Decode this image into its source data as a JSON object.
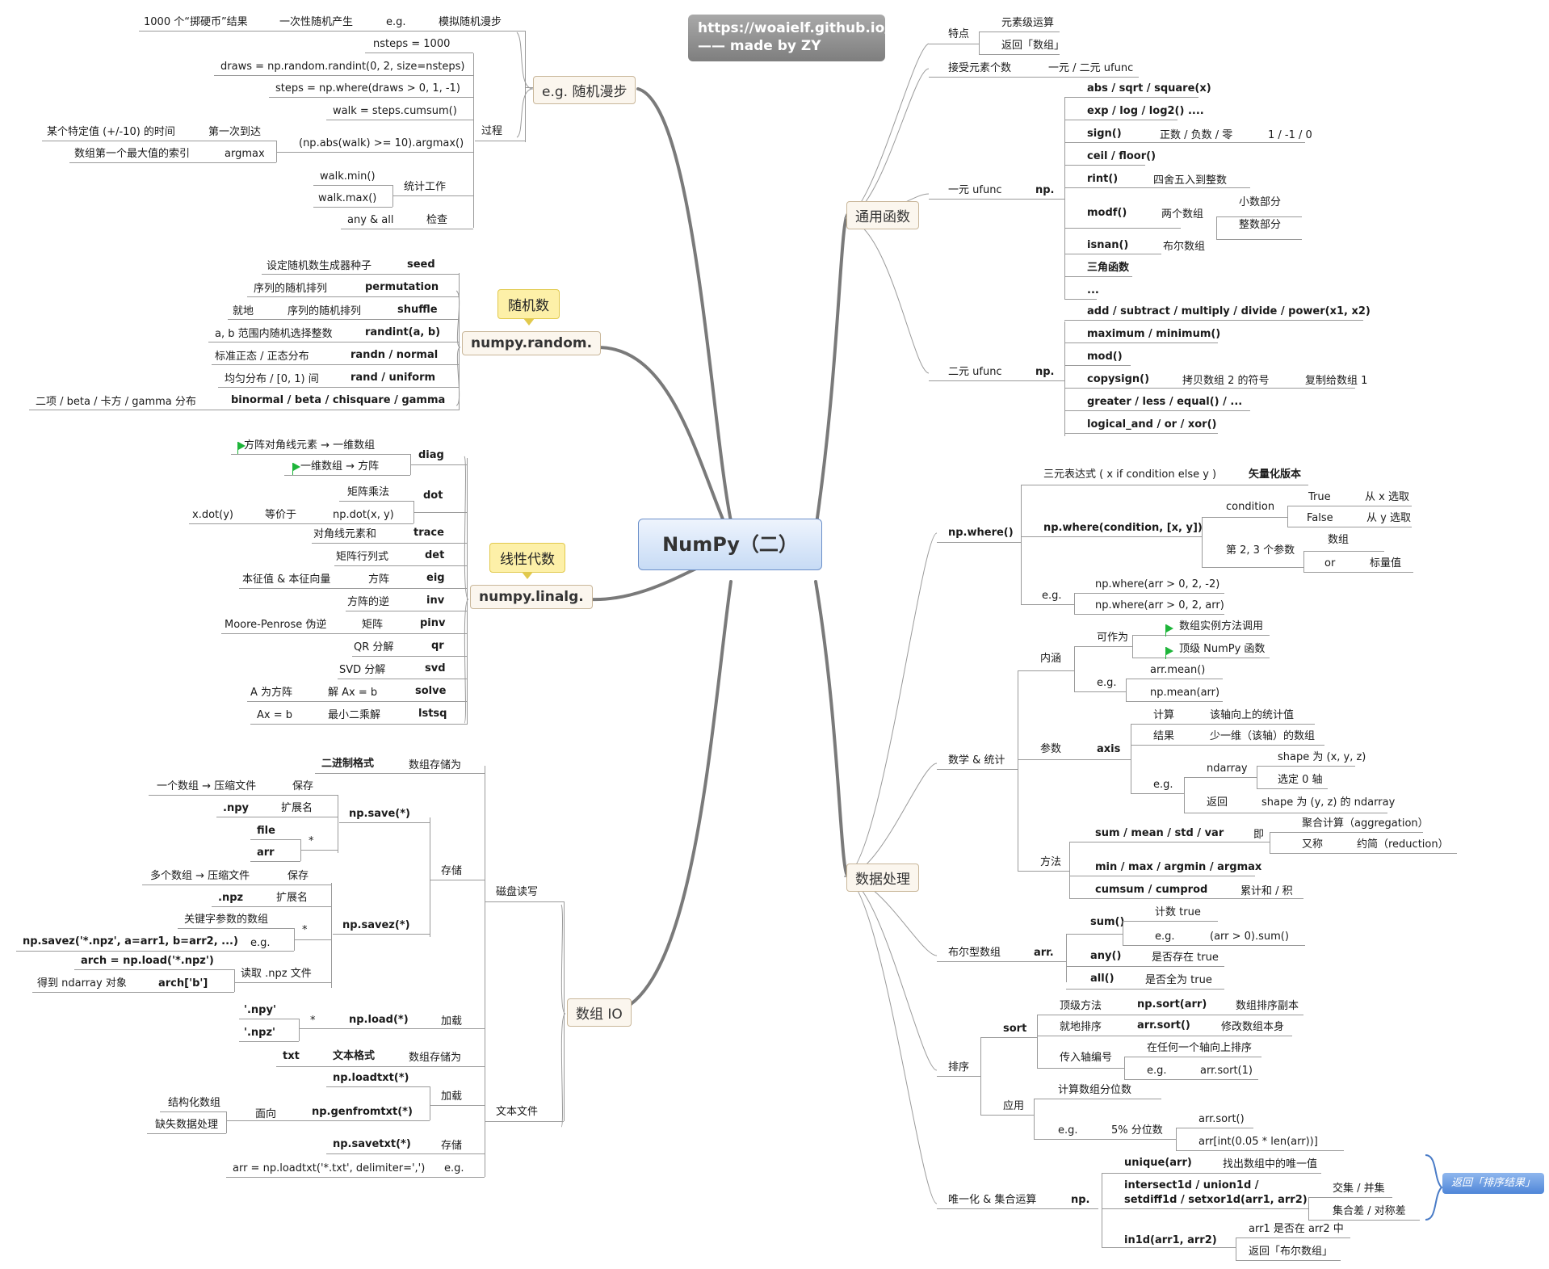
{
  "center": "NumPy（二）",
  "url_box": {
    "line1": "https://woaielf.github.io/",
    "line2": "—— made by ZY"
  },
  "callouts": {
    "random": "随机数",
    "linalg": "线性代数"
  },
  "side_note": "返回「排序结果」",
  "branches": {
    "walk": {
      "title": "e.g. 随机漫步",
      "intro": [
        "1000 个“掷硬币”结果",
        "一次性随机产生",
        "e.g.",
        "模拟随机漫步"
      ],
      "process": "过程",
      "code": [
        "nsteps = 1000",
        "draws = np.random.randint(0, 2, size=nsteps)",
        "steps = np.where(draws > 0, 1, -1)",
        "walk = steps.cumsum()",
        "(np.abs(walk) >= 10).argmax()"
      ],
      "first": [
        "某个特定值 (+/-10) 的时间",
        "第一次到达",
        "数组第一个最大值的索引",
        "argmax"
      ],
      "stats": [
        "walk.min()",
        "walk.max()",
        "统计工作"
      ],
      "check": [
        "any & all",
        "检查"
      ]
    },
    "random": {
      "title": "numpy.random.",
      "items": [
        {
          "k": "seed",
          "d": [
            "设定随机数生成器种子"
          ]
        },
        {
          "k": "permutation",
          "d": [
            "序列的随机排列"
          ]
        },
        {
          "k": "shuffle",
          "d": [
            "就地",
            "序列的随机排列"
          ]
        },
        {
          "k": "randint(a, b)",
          "d": [
            "a, b 范围内随机选择整数"
          ]
        },
        {
          "k": "randn / normal",
          "d": [
            "标准正态 /  正态分布"
          ]
        },
        {
          "k": "rand / uniform",
          "d": [
            "均匀分布 / [0, 1) 间"
          ]
        },
        {
          "k": "binormal / beta / chisquare / gamma",
          "d": [
            "二项 / beta / 卡方 / gamma 分布"
          ]
        }
      ]
    },
    "linalg": {
      "title": "numpy.linalg.",
      "items": [
        {
          "k": "diag",
          "d": [
            "方阵对角线元素 → 一维数组",
            "一维数组 → 方阵"
          ]
        },
        {
          "k": "dot",
          "d": [
            "矩阵乘法",
            "x.dot(y)",
            "等价于",
            "np.dot(x, y)"
          ]
        },
        {
          "k": "trace",
          "d": [
            "对角线元素和"
          ]
        },
        {
          "k": "det",
          "d": [
            "矩阵行列式"
          ]
        },
        {
          "k": "eig",
          "d": [
            "本征值 & 本征向量",
            "方阵"
          ]
        },
        {
          "k": "inv",
          "d": [
            "方阵的逆"
          ]
        },
        {
          "k": "pinv",
          "d": [
            "Moore-Penrose 伪逆",
            "矩阵"
          ]
        },
        {
          "k": "qr",
          "d": [
            "QR 分解"
          ]
        },
        {
          "k": "svd",
          "d": [
            "SVD 分解"
          ]
        },
        {
          "k": "solve",
          "d": [
            "A 为方阵",
            "解 Ax = b"
          ]
        },
        {
          "k": "lstsq",
          "d": [
            "Ax = b",
            "最小二乘解"
          ]
        }
      ]
    },
    "io": {
      "title": "数组 IO",
      "disk": "磁盘读写",
      "binary": [
        "二进制格式",
        "数组存储为"
      ],
      "store": "存储",
      "save": [
        "np.save(*)",
        "一个数组 → 压缩文件",
        "保存",
        ".npy",
        "扩展名",
        "file",
        "arr",
        "*"
      ],
      "savez": [
        "np.savez(*)",
        "多个数组 → 压缩文件",
        "保存",
        ".npz",
        "扩展名",
        "关键字参数的数组",
        "np.savez('*.npz', a=arr1, b=arr2, ...)",
        "e.g.",
        "*"
      ],
      "loadnpz": [
        "arch = np.load('*.npz')",
        "读取 .npz 文件",
        "得到 ndarray 对象",
        "arch['b']"
      ],
      "load": [
        "np.load(*)",
        "'.npy'",
        "'.npz'",
        "*",
        "加载"
      ],
      "text": "文本文件",
      "txt": [
        "txt",
        "文本格式",
        "数组存储为"
      ],
      "loadtxt": [
        "np.loadtxt(*)",
        "np.genfromtxt(*)",
        "加载",
        "面向",
        "结构化数组",
        "缺失数据处理"
      ],
      "savetxt": [
        "np.savetxt(*)",
        "存储",
        "arr = np.loadtxt('*.txt', delimiter=',')",
        "e.g."
      ]
    },
    "ufunc": {
      "title": "通用函数",
      "feature": [
        "特点",
        "元素级运算",
        "返回「数组」"
      ],
      "accept": [
        "接受元素个数",
        "一元 / 二元 ufunc"
      ],
      "unary": "一元 ufunc",
      "np": "np.",
      "unary_items": [
        "abs / sqrt / square(x)",
        "exp / log / log2() ....",
        "sign()",
        "ceil / floor()",
        "rint()",
        "modf()",
        "isnan()",
        "三角函数",
        "..."
      ],
      "unary_notes": [
        "正数 / 负数 / 零",
        "1 / -1 / 0",
        "四舍五入到整数",
        "两个数组",
        "小数部分",
        "整数部分",
        "布尔数组"
      ],
      "binary": "二元 ufunc",
      "binary_items": [
        "add / subtract / multiply / divide / power(x1, x2)",
        "maximum / minimum()",
        "mod()",
        "copysign()",
        "greater / less / equal() / ...",
        "logical_and / or / xor()"
      ],
      "binary_notes": [
        "拷贝数组 2 的符号",
        "复制给数组 1"
      ]
    },
    "data": {
      "title": "数据处理",
      "where": {
        "k": "np.where()",
        "ternary": [
          "三元表达式 ( x if condition else y )",
          "矢量化版本"
        ],
        "sig": "np.where(condition, [x, y])",
        "cond": [
          "condition",
          "True",
          "从 x 选取",
          "False",
          "从 y 选取"
        ],
        "args": [
          "第 2, 3 个参数",
          "数组",
          "or",
          "标量值"
        ],
        "eg": [
          "e.g.",
          "np.where(arr > 0, 2, -2)",
          "np.where(arr > 0, 2, arr)"
        ]
      },
      "math": {
        "k": "数学 & 统计",
        "inner": [
          "内涵",
          "可作为",
          "数组实例方法调用",
          "顶级 NumPy 函数",
          "e.g.",
          "arr.mean()",
          "np.mean(arr)"
        ],
        "param": [
          "参数",
          "axis",
          "计算",
          "该轴向上的统计值",
          "结果",
          "少一维（该轴）的数组",
          "e.g.",
          "ndarray",
          "shape 为 (x, y, z)",
          "选定 0 轴",
          "返回",
          "shape 为 (y, z) 的 ndarray"
        ],
        "method": [
          "方法",
          "sum / mean / std / var",
          "即",
          "聚合计算（aggregation）",
          "又称",
          "约简（reduction）",
          "min / max / argmin / argmax",
          "cumsum / cumprod",
          "累计和 / 积"
        ]
      },
      "bool": [
        "布尔型数组",
        "arr.",
        "sum()",
        "计数 true",
        "e.g.",
        "(arr > 0).sum()",
        "any()",
        "是否存在 true",
        "all()",
        "是否全为 true"
      ],
      "sort": [
        "排序",
        "sort",
        "顶级方法",
        "np.sort(arr)",
        "数组排序副本",
        "就地排序",
        "arr.sort()",
        "修改数组本身",
        "传入轴编号",
        "在任何一个轴向上排序",
        "e.g.",
        "arr.sort(1)",
        "应用",
        "计算数组分位数",
        "e.g.",
        "5% 分位数",
        "arr.sort()",
        "arr[int(0.05 * len(arr))]"
      ],
      "unique": [
        "唯一化 & 集合运算",
        "np.",
        "unique(arr)",
        "找出数组中的唯一值",
        "intersect1d / union1d /",
        "setdiff1d / setxor1d(arr1, arr2)",
        "交集 / 并集",
        "集合差 / 对称差",
        "in1d(arr1, arr2)",
        "arr1 是否在 arr2 中",
        "返回「布尔数组」"
      ]
    }
  }
}
